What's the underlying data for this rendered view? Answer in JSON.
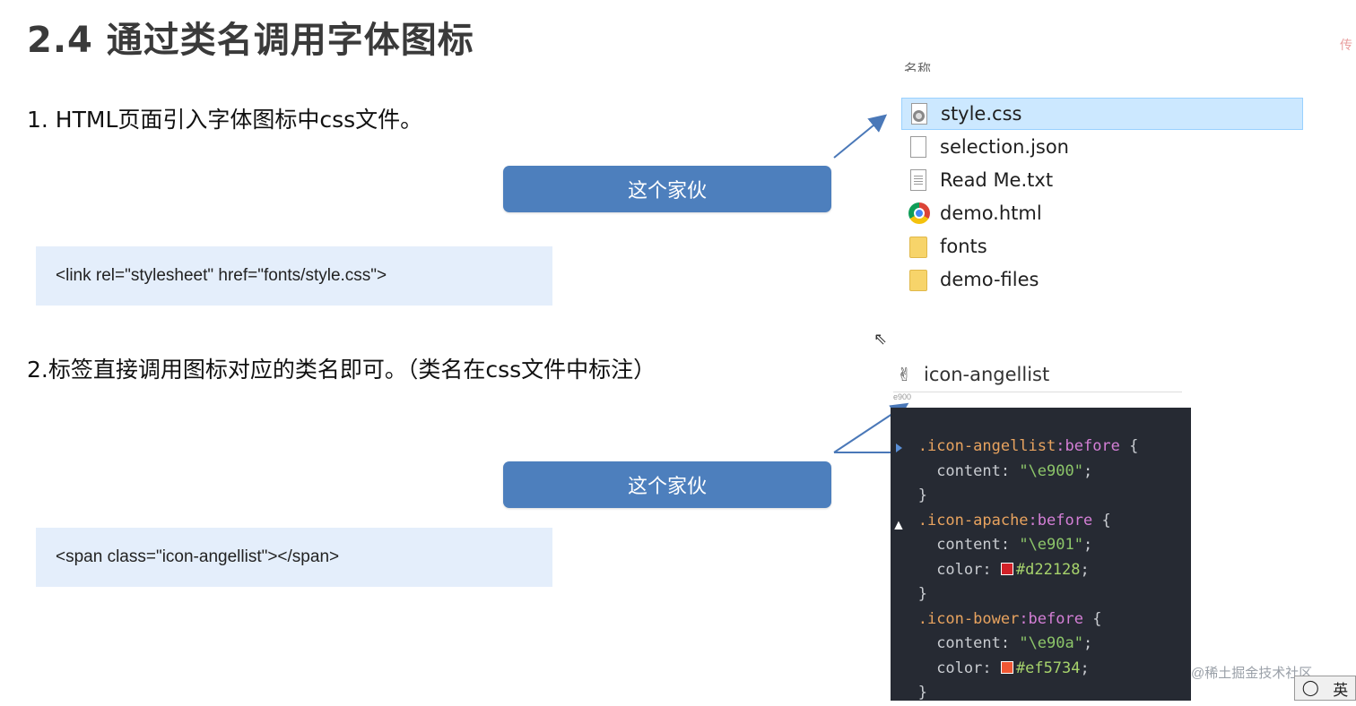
{
  "slide": {
    "title": "2.4 通过类名调用字体图标",
    "corner_mark": "传",
    "step1": "1.  HTML页面引入字体图标中css文件。",
    "step2": "2.标签直接调用图标对应的类名即可。（类名在css文件中标注）",
    "button1": "这个家伙",
    "button2": "这个家伙",
    "code1": "<link rel=\"stylesheet\" href=\"fonts/style.css\">",
    "code2": "<span class=\"icon-angellist\"></span>"
  },
  "explorer": {
    "header": "名称",
    "files": [
      {
        "name": "style.css",
        "icon": "css-file-icon",
        "selected": true
      },
      {
        "name": "selection.json",
        "icon": "document-icon",
        "selected": false
      },
      {
        "name": "Read Me.txt",
        "icon": "text-file-icon",
        "selected": false
      },
      {
        "name": "demo.html",
        "icon": "chrome-icon",
        "selected": false
      },
      {
        "name": "fonts",
        "icon": "folder-icon",
        "selected": false
      },
      {
        "name": "demo-files",
        "icon": "folder-icon",
        "selected": false
      }
    ]
  },
  "icon_preview": {
    "glyph": "✌",
    "name": "icon-angellist",
    "code_hint": "e900"
  },
  "editor": {
    "lines": [
      {
        "t": "rule",
        "selector": ".icon-angellist",
        "pseudo": ":before",
        "open": " {"
      },
      {
        "t": "decl",
        "prop": "content",
        "value": "\"\\e900\""
      },
      {
        "t": "close",
        "text": "}"
      },
      {
        "t": "rule",
        "selector": ".icon-apache",
        "pseudo": ":before",
        "open": " {"
      },
      {
        "t": "decl",
        "prop": "content",
        "value": "\"\\e901\""
      },
      {
        "t": "color",
        "prop": "color",
        "value": "#d22128"
      },
      {
        "t": "close",
        "text": "}"
      },
      {
        "t": "rule",
        "selector": ".icon-bower",
        "pseudo": ":before",
        "open": " {"
      },
      {
        "t": "decl",
        "prop": "content",
        "value": "\"\\e90a\""
      },
      {
        "t": "color",
        "prop": "color",
        "value": "#ef5734"
      },
      {
        "t": "close",
        "text": "}"
      }
    ]
  },
  "watermark": "@稀土掘金技术社区",
  "ime": {
    "glyph": "◯",
    "label": "英"
  },
  "colors": {
    "button_blue": "#4d7fbd",
    "code_box_bg": "#e4eefb",
    "selection_bg": "#cce8ff",
    "editor_bg": "#262a33",
    "arrow": "#4a78b8"
  }
}
